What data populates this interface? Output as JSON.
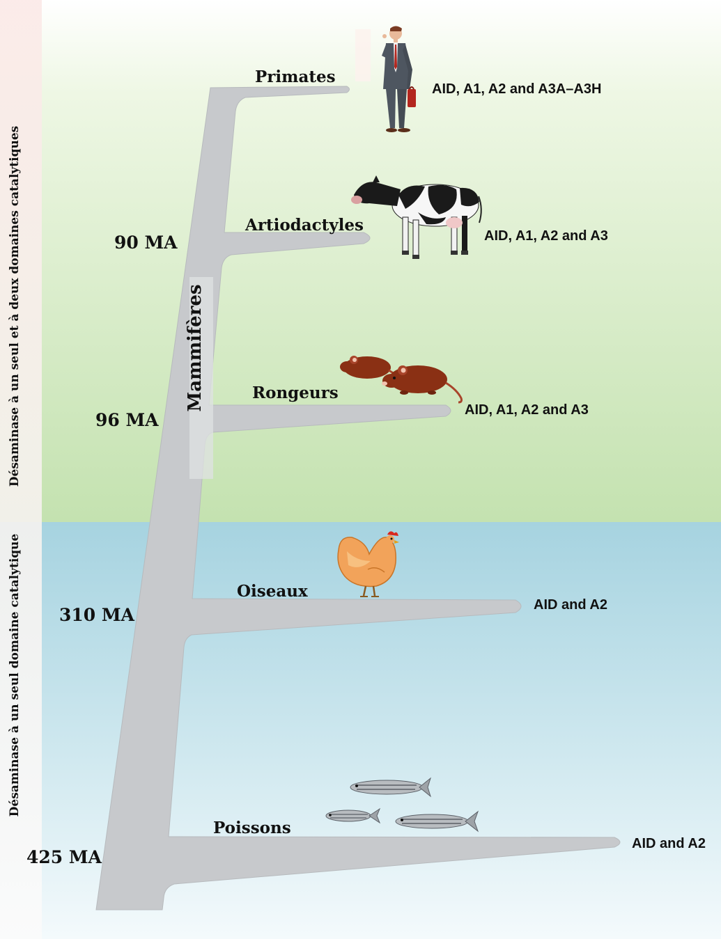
{
  "axis_labels": {
    "single_domain": "Désaminase à un seul domaine catalytique",
    "two_domains": "Désaminase à un seul et à deux  domaines catalytiques"
  },
  "trunk_label": "Mammifères",
  "branches": [
    {
      "name": "Primates",
      "enzymes": "AID, A1, A2 and A3A–A3H",
      "age": "",
      "illustration": "businessman-figure"
    },
    {
      "name": "Artiodactyles",
      "enzymes": "AID, A1, A2 and A3",
      "age": "90 MA",
      "illustration": "cow-figure"
    },
    {
      "name": "Rongeurs",
      "enzymes": "AID, A1, A2 and A3",
      "age": "96 MA",
      "illustration": "rats-figure"
    },
    {
      "name": "Oiseaux",
      "enzymes": "AID and A2",
      "age": "310 MA",
      "illustration": "chicken-figure"
    },
    {
      "name": "Poissons",
      "enzymes": "AID and A2",
      "age": "425 MA",
      "illustration": "fish-figure"
    }
  ],
  "colors": {
    "upper_band_top": "#ffffff",
    "upper_band_bottom": "#c4e2b0",
    "lower_band_top": "#a6d3e0",
    "lower_band_bottom": "#f4fafc",
    "tree_fill": "#c7c9cc",
    "tree_highlight": "#dfe1e3",
    "side_strip_upper": "#fbe9e7"
  }
}
